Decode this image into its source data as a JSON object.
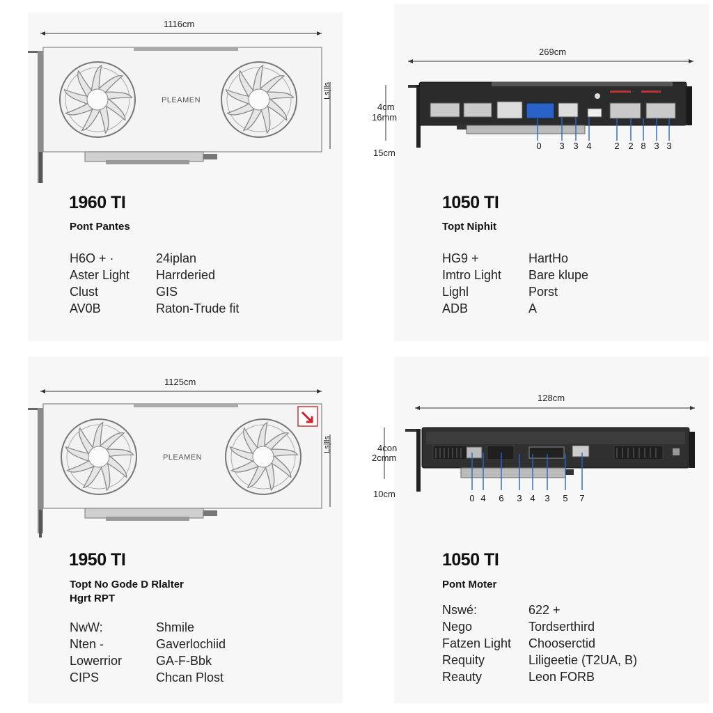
{
  "cards": [
    {
      "dim_top": "1116cm",
      "dim_side": "Ls|lls",
      "brand": "PLEAMEN",
      "title": "1960 TI",
      "subtitle_lines": [
        "Pont Pantes"
      ],
      "specs": [
        {
          "k": "H6O + ·",
          "v": "24iplan"
        },
        {
          "k": "Aster Light",
          "v": "Harrderied"
        },
        {
          "k": "Clust",
          "v": "GIS"
        },
        {
          "k": "AV0B",
          "v": "Raton-Trude fit"
        }
      ]
    },
    {
      "dim_top": "269cm",
      "dim_left": [
        "4cm",
        "16mm"
      ],
      "dim_bottom_left": "15cm",
      "port_numbers": [
        "0",
        "3",
        "3",
        "4",
        "2",
        "2",
        "8",
        "3",
        "3"
      ],
      "title": "1050 TI",
      "subtitle_lines": [
        "Topt Niphit"
      ],
      "specs": [
        {
          "k": "HG9 +",
          "v": "HartHo"
        },
        {
          "k": "Imtro Light",
          "v": "Bare klupe"
        },
        {
          "k": "Lighl",
          "v": "Porst"
        },
        {
          "k": "ADB",
          "v": "A"
        }
      ]
    },
    {
      "dim_top": "1125cm",
      "dim_side": "Ls|lls",
      "brand": "PLEAMEN",
      "title": "1950 TI",
      "subtitle_lines": [
        "Topt No Gode D Rlalter",
        "Hgrt RPT"
      ],
      "specs": [
        {
          "k": "NwW:",
          "v": "Shmile"
        },
        {
          "k": "Nten -",
          "v": "Gaverlochiid"
        },
        {
          "k": "Lowerrior",
          "v": "GA-F-Bbk"
        },
        {
          "k": "CIPS",
          "v": "Chcan Plost"
        }
      ]
    },
    {
      "dim_top": "128cm",
      "dim_left": [
        "4con",
        "2cmm"
      ],
      "dim_bottom_left": "10cm",
      "port_numbers": [
        "0",
        "4",
        "6",
        "3",
        "4",
        "3",
        "5",
        "7"
      ],
      "title": "1050 TI",
      "subtitle_lines": [
        "Pont Moter"
      ],
      "specs": [
        {
          "k": "Nswé:",
          "v": "622 +"
        },
        {
          "k": "Nego",
          "v": "Tordserthird"
        },
        {
          "k": "Fatzen Light",
          "v": "Chooserctid"
        },
        {
          "k": "Requity",
          "v": "Liligeetie (T2UA, B)"
        },
        {
          "k": "Reauty",
          "v": "Leon FORB"
        }
      ]
    }
  ],
  "colors": {
    "panel_bg": "#f7f7f7",
    "card_white": "#f4f4f4",
    "card_dark": "#2b2b2b",
    "port_blue": "#2a63c8",
    "accent_red": "#d0202a"
  }
}
